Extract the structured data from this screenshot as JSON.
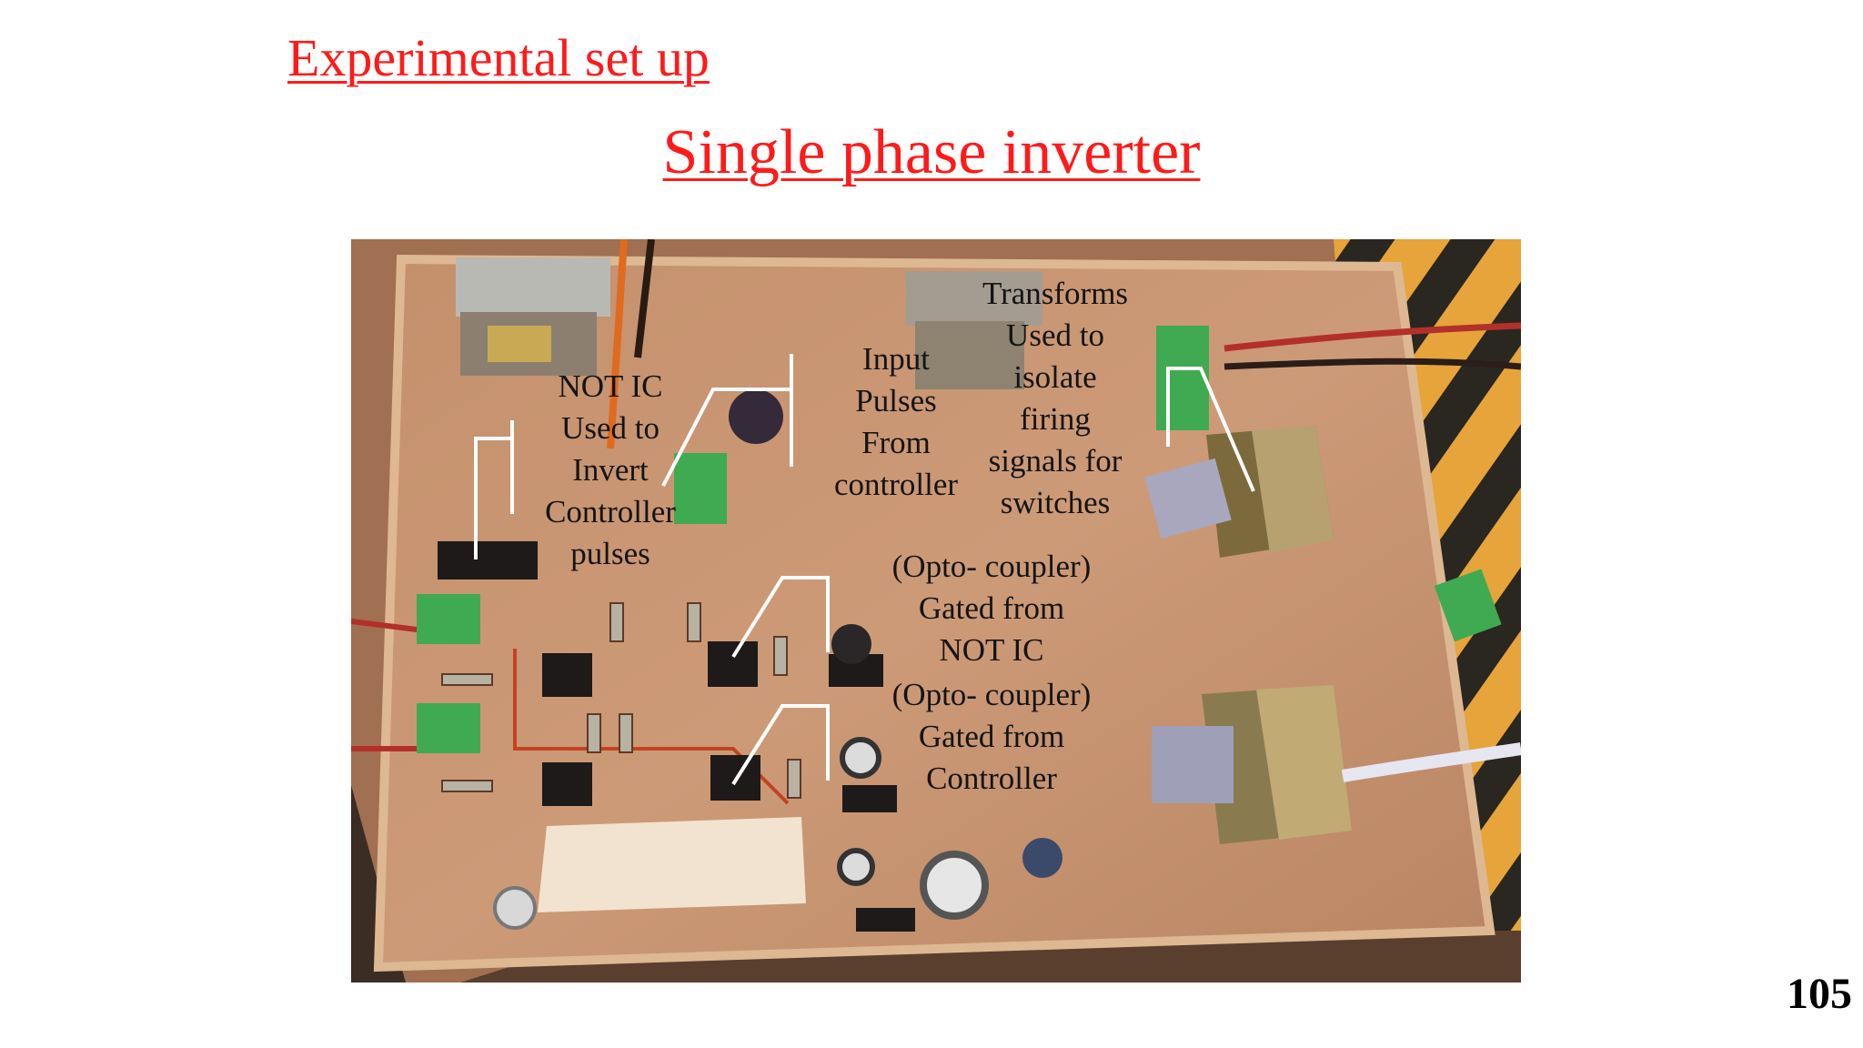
{
  "slide": {
    "heading": "Experimental set up",
    "title": "Single phase inverter",
    "page_number": "105"
  },
  "photo": {
    "subject": "single phase inverter circuit board",
    "annotations": [
      {
        "id": "not-ic",
        "lines": [
          "NOT IC",
          "Used to",
          "Invert",
          "Controller",
          "pulses"
        ]
      },
      {
        "id": "input-pulses",
        "lines": [
          "Input",
          "Pulses",
          "From",
          "controller"
        ]
      },
      {
        "id": "transforms",
        "lines": [
          "Transforms",
          "Used to",
          "isolate",
          "firing",
          "signals for",
          "switches"
        ]
      },
      {
        "id": "opto-coupler-not-ic",
        "lines": [
          "(Opto- coupler)",
          "Gated from",
          "NOT IC"
        ]
      },
      {
        "id": "opto-coupler-controller",
        "lines": [
          "(Opto- coupler)",
          "Gated from",
          "Controller"
        ]
      }
    ]
  },
  "colors": {
    "heading": "#ff1a1a",
    "board": "#c79572",
    "pointer_lines": "#ffffff",
    "connectors": "#3faa52"
  }
}
